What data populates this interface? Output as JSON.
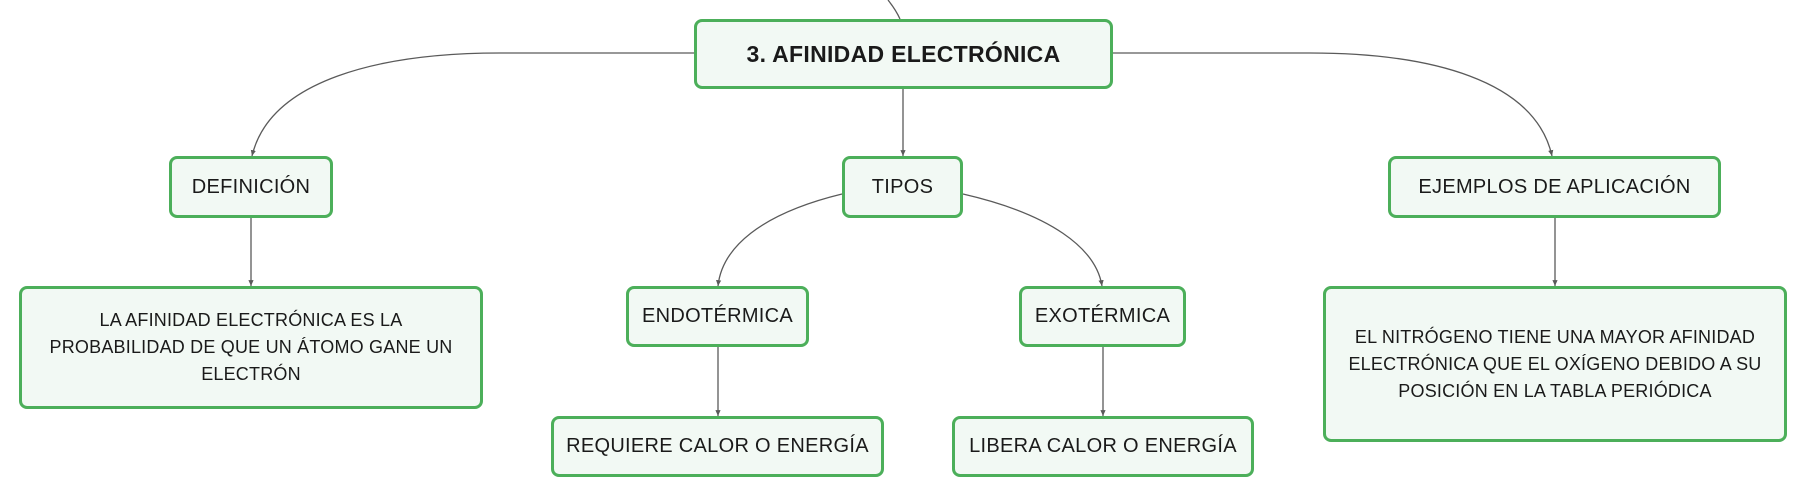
{
  "map": {
    "root": "3. AFINIDAD ELECTRÓNICA",
    "definicion": {
      "label": "DEFINICIÓN",
      "text": "LA AFINIDAD ELECTRÓNICA ES LA PROBABILIDAD DE QUE UN ÁTOMO GANE UN ELECTRÓN"
    },
    "tipos": {
      "label": "TIPOS",
      "endotermica": {
        "label": "ENDOTÉRMICA",
        "text": "REQUIERE CALOR O ENERGÍA"
      },
      "exotermica": {
        "label": "EXOTÉRMICA",
        "text": "LIBERA CALOR O ENERGÍA"
      }
    },
    "ejemplos": {
      "label": "EJEMPLOS DE APLICACIÓN",
      "text": "EL NITRÓGENO TIENE UNA MAYOR AFINIDAD ELECTRÓNICA QUE EL OXÍGENO DEBIDO A SU POSICIÓN EN LA TABLA PERIÓDICA"
    }
  },
  "colors": {
    "node_border": "#4caf5a",
    "node_fill": "#f2f9f4",
    "connector": "#5a5a5a",
    "text": "#1a1a1a"
  }
}
